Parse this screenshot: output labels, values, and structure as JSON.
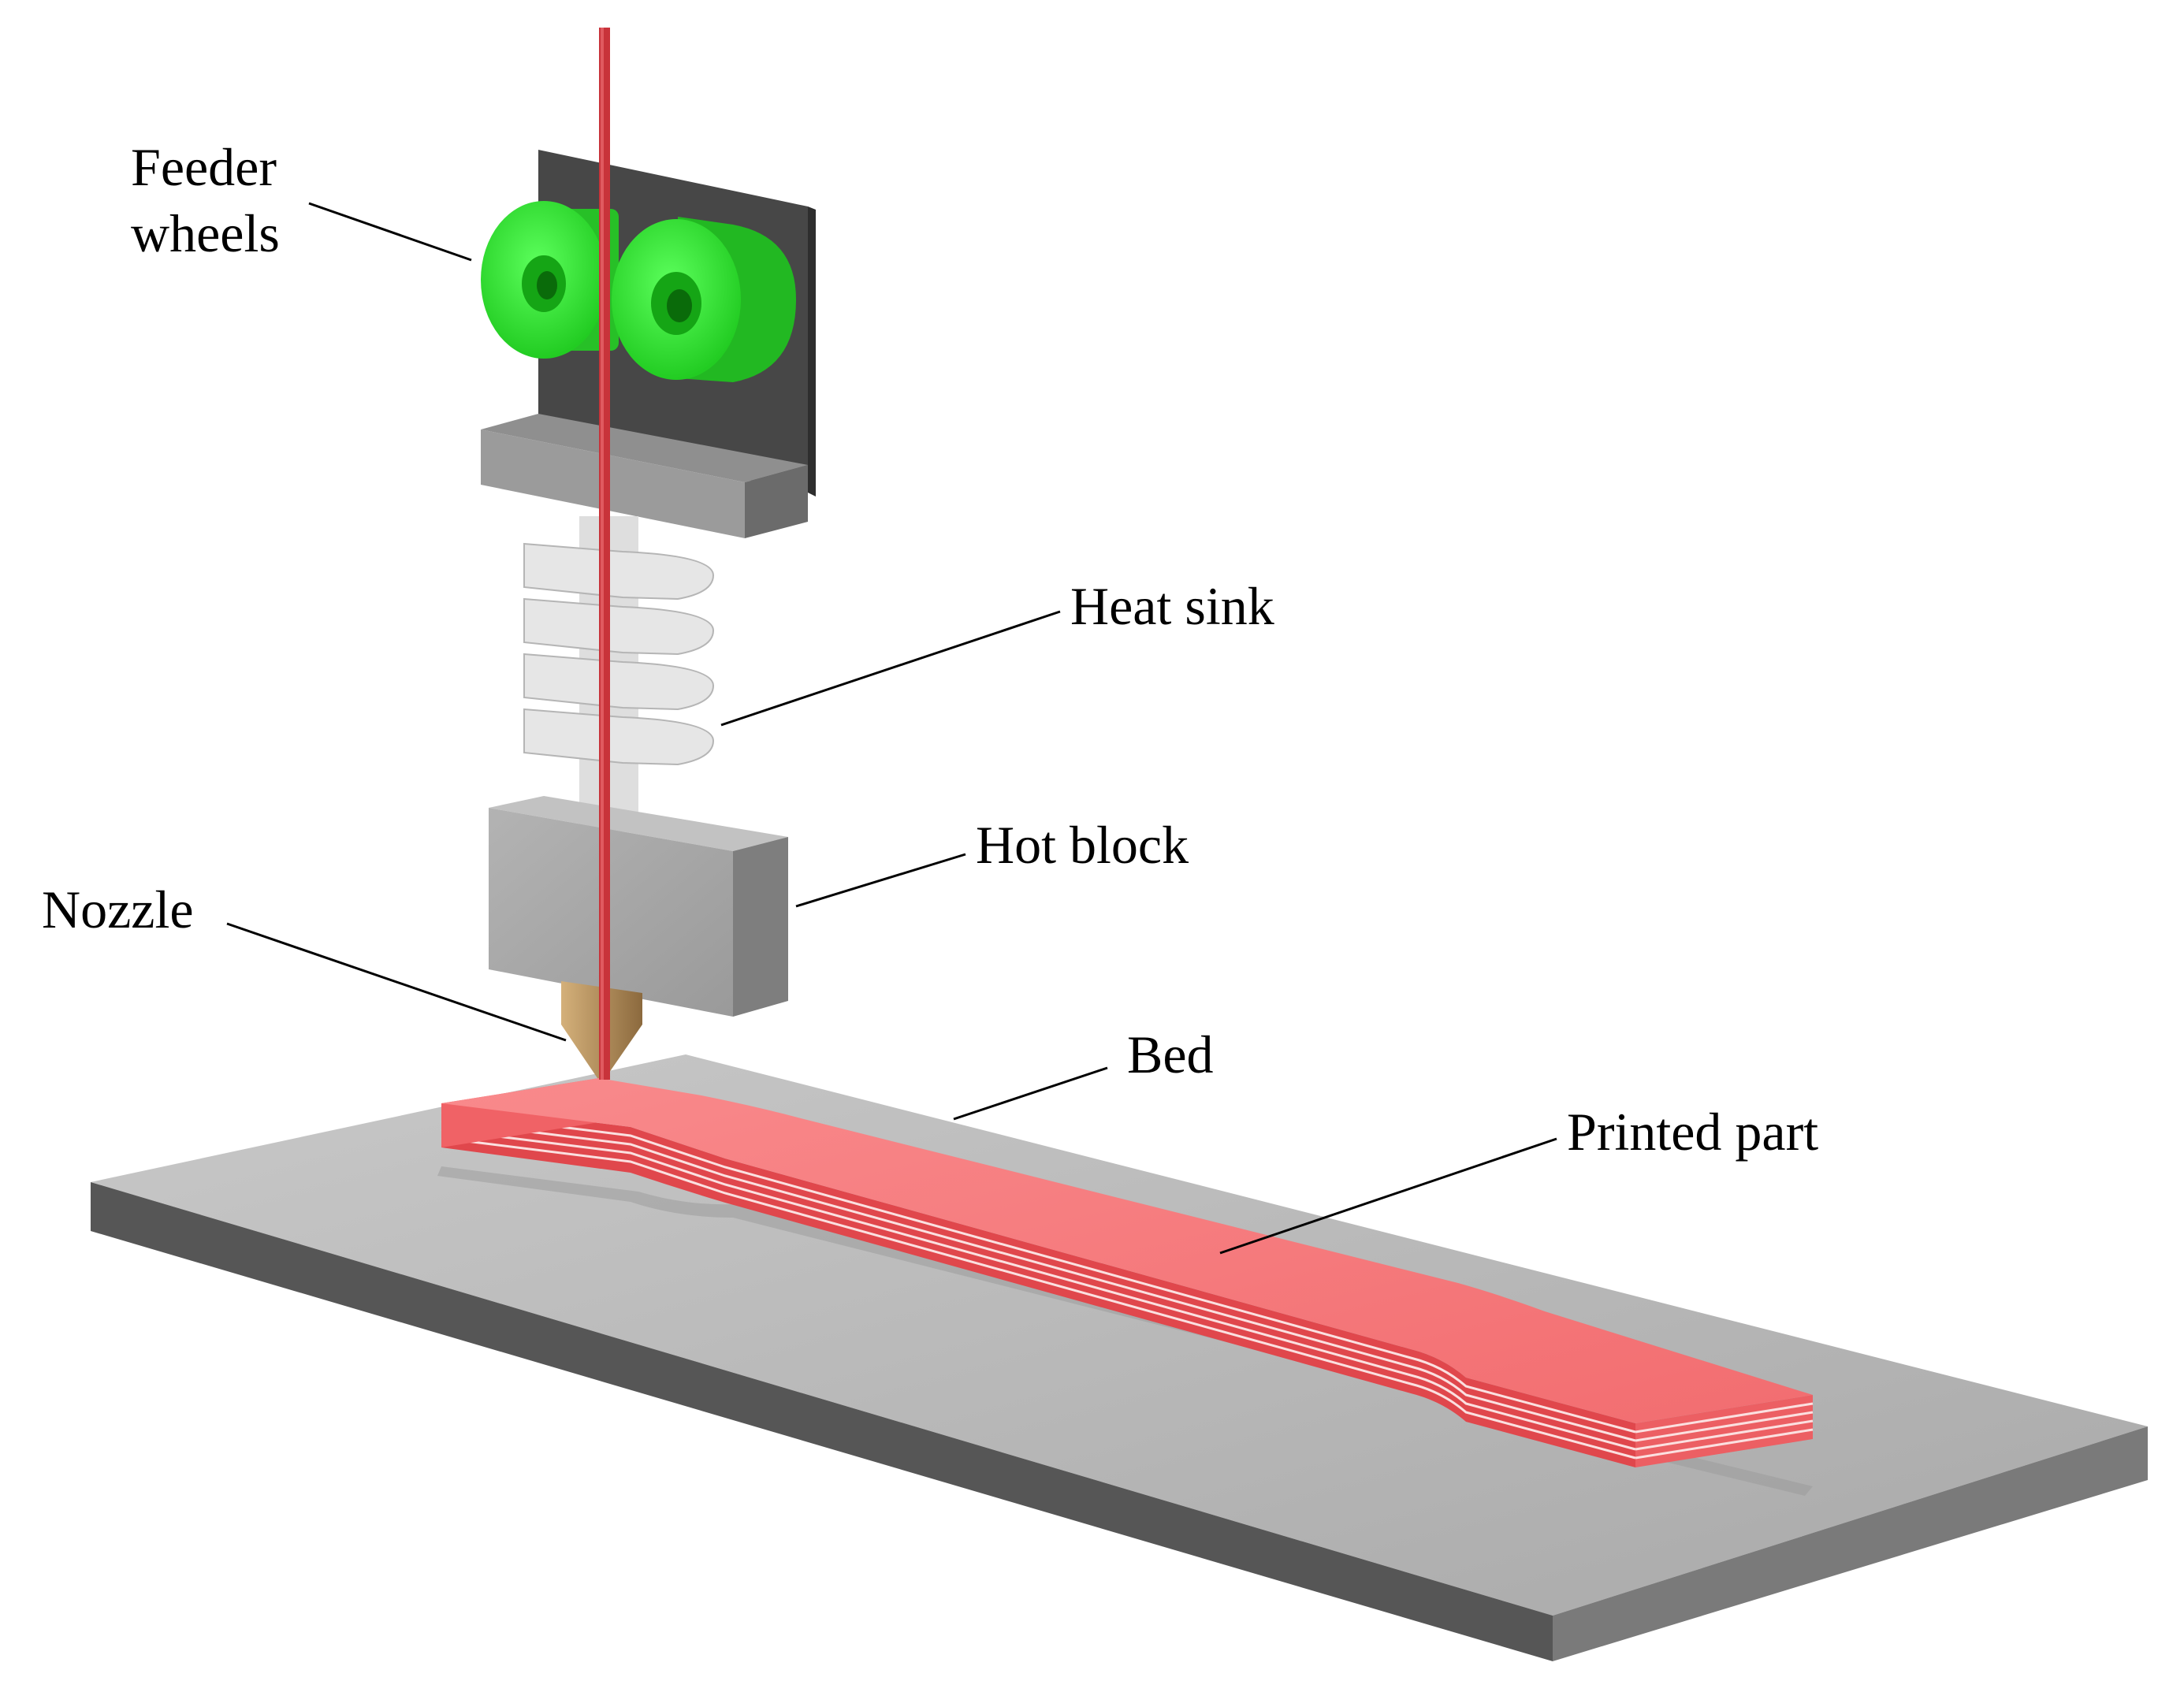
{
  "labels": {
    "feeder_wheels_line1": "Feeder",
    "feeder_wheels_line2": "wheels",
    "heat_sink": "Heat sink",
    "hot_block": "Hot block",
    "nozzle": "Nozzle",
    "bed": "Bed",
    "printed_part": "Printed part"
  },
  "colors": {
    "filament": "#c8333a",
    "feeder_wheels": "#33e233",
    "printed_part": "#f5777a",
    "bed_top": "#bdbdbd",
    "bed_front": "#565656",
    "bed_side": "#7a7a7a",
    "heat_sink": "#d8d8d8",
    "hot_block": "#a6a6a6",
    "nozzle": "#b89360",
    "bracket": "#474747",
    "leader_line": "#000000"
  }
}
